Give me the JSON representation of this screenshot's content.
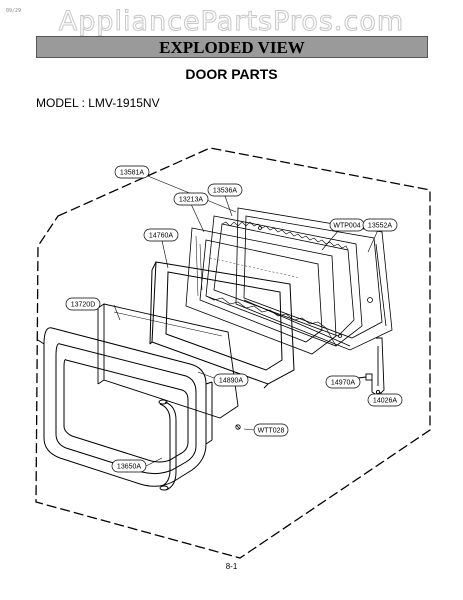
{
  "watermark": "AppliancePartsPros.com",
  "corner_mark": "09/29",
  "banner": "EXPLODED VIEW",
  "subtitle": "DOOR PARTS",
  "model_label": "MODEL : LMV-1915NV",
  "page_number": "8-1",
  "parts": {
    "p13581A": "13581A",
    "p13213A": "13213A",
    "p13536A": "13536A",
    "pWTP004": "WTP004",
    "p13552A": "13552A",
    "p14760A": "14760A",
    "p13720D": "13720D",
    "p14890A": "14890A",
    "p14970A": "14970A",
    "p14026A": "14026A",
    "pWTT028": "WTT028",
    "p13650A": "13650A"
  }
}
